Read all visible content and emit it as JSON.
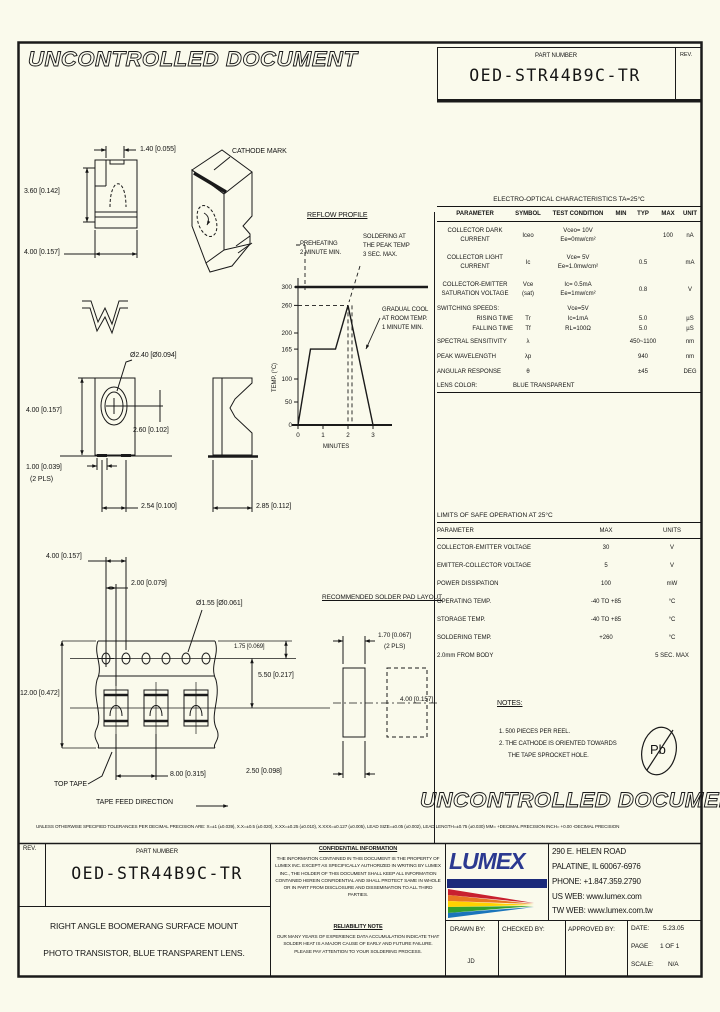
{
  "doc": {
    "watermark": "UNCONTROLLED DOCUMENT",
    "part_number_label": "PART NUMBER",
    "part_number": "OED-STR44B9C-TR",
    "rev_label": "REV."
  },
  "brand": {
    "paper": "#FAFAEC",
    "logo_blue": "#2B3990",
    "logo_band": "#1B2A7A",
    "rainbow": [
      "#C8202F",
      "#E87722",
      "#FFD200",
      "#33A02C",
      "#1B75BB"
    ]
  },
  "views": {
    "cathode_mark": "CATHODE MARK",
    "front_dim_notch": "1.40 [0.055]",
    "front_dim_height": "3.60 [0.142]",
    "front_dim_width": "4.00 [0.157]",
    "lens_dia": "Ø2.40 [Ø0.094]",
    "lens_height": "4.00 [0.157]",
    "lens_offset": "2.60 [0.102]",
    "lens_pad": "1.00 [0.039]",
    "lens_pad_pls": "(2 PLS)",
    "lens_pitch": "2.54 [0.100]",
    "side_depth": "2.85 [0.112]"
  },
  "reflow": {
    "title": "REFLOW PROFILE",
    "preheat": "PREHEATING\n2 MINUTE MIN.",
    "solder": "SOLDERING AT\nTHE PEAK TEMP\n3 SEC. MAX.",
    "cool": "GRADUAL COOL\nAT ROOM TEMP.\n1 MINUTE MIN.",
    "ylabel": "TEMP. (°C)",
    "xlabel": "MINUTES"
  },
  "chart_data": {
    "type": "line",
    "title": "REFLOW PROFILE",
    "xlabel": "MINUTES",
    "ylabel": "TEMP. (°C)",
    "x": [
      0,
      0.5,
      1.5,
      2.0,
      3.0
    ],
    "y": [
      0,
      165,
      165,
      260,
      0
    ],
    "yticks": [
      0,
      50,
      100,
      165,
      200,
      260,
      300
    ],
    "xticks": [
      0,
      1,
      2,
      3
    ],
    "xlim": [
      0,
      3
    ],
    "ylim": [
      0,
      300
    ],
    "guides": {
      "peak_temp": 260,
      "peak_start": 2.0,
      "peak_end": 2.16
    },
    "annotations": [
      "PREHEATING 2 MINUTE MIN.",
      "SOLDERING AT THE PEAK TEMP 3 SEC. MAX.",
      "GRADUAL COOL AT ROOM TEMP. 1 MINUTE MIN."
    ]
  },
  "tape": {
    "dim_hole_pitch": "4.00 [0.157]",
    "dim_offset": "2.00 [0.079]",
    "dim_hole_dia": "Ø1.55 [Ø0.061]",
    "dim_edge": "1.75 [0.069]",
    "dim_width": "12.00 [0.472]",
    "dim_center": "5.50 [0.217]",
    "dim_pitch": "8.00 [0.315]",
    "top_tape": "TOP TAPE",
    "feed": "TAPE FEED DIRECTION"
  },
  "pad_layout": {
    "title": "RECOMMENDED SOLDER PAD LAYOUT",
    "dim_pad": "1.70 [0.067]",
    "dim_pad_pls": "(2 PLS)",
    "dim_span": "4.00 [0.157]",
    "dim_gap": "2.50 [0.098]"
  },
  "eo_table": {
    "title": "ELECTRO-OPTICAL CHARACTERISTICS  TA=25°C",
    "headers": [
      "PARAMETER",
      "SYMBOL",
      "TEST CONDITION",
      "MIN",
      "TYP",
      "MAX",
      "UNIT"
    ],
    "rows": [
      {
        "param": "COLLECTOR DARK\nCURRENT",
        "symbol": "Iceo",
        "cond": "Vceo= 10V\nEe=0mw/cm²",
        "min": "",
        "typ": "",
        "max": "100",
        "unit": "nA"
      },
      {
        "param": "COLLECTOR LIGHT\nCURRENT",
        "symbol": "Ic",
        "cond": "Vce= 5V\nEe=1.0mw/cm²",
        "min": "",
        "typ": "0.5",
        "max": "",
        "unit": "mA"
      },
      {
        "param": "COLLECTOR-EMITTER\nSATURATION VOLTAGE",
        "symbol": "Vce\n(sat)",
        "cond": "Ic= 0.5mA\nEe=1mw/cm²",
        "min": "",
        "typ": "0.8",
        "max": "",
        "unit": "V"
      },
      {
        "param": "SWITCHING SPEEDS:",
        "symbol": "",
        "cond": "Vce=5V",
        "min": "",
        "typ": "",
        "max": "",
        "unit": ""
      },
      {
        "param": "RISING TIME",
        "symbol": "Tr",
        "cond": "Ic=1mA",
        "min": "",
        "typ": "5.0",
        "max": "",
        "unit": "µS"
      },
      {
        "param": "FALLING TIME",
        "symbol": "Tf",
        "cond": "RL=100Ω",
        "min": "",
        "typ": "5.0",
        "max": "",
        "unit": "µS"
      },
      {
        "param": "SPECTRAL SENSITIVITY",
        "symbol": "λ",
        "cond": "",
        "min": "",
        "typ": "450~1100",
        "max": "",
        "unit": "nm"
      },
      {
        "param": "PEAK WAVELENGTH",
        "symbol": "λp",
        "cond": "",
        "min": "",
        "typ": "940",
        "max": "",
        "unit": "nm"
      },
      {
        "param": "ANGULAR RESPONSE",
        "symbol": "θ",
        "cond": "",
        "min": "",
        "typ": "±45",
        "max": "",
        "unit": "DEG"
      }
    ],
    "lens_row_label": "LENS COLOR:",
    "lens_row_value": "BLUE TRANSPARENT"
  },
  "limits_table": {
    "title": "LIMITS OF SAFE OPERATION AT 25°C",
    "headers": [
      "PARAMETER",
      "MAX",
      "UNITS"
    ],
    "rows": [
      {
        "param": "COLLECTOR-EMITTER VOLTAGE",
        "max": "30",
        "unit": "V"
      },
      {
        "param": "EMITTER-COLLECTOR VOLTAGE",
        "max": "5",
        "unit": "V"
      },
      {
        "param": "POWER DISSIPATION",
        "max": "100",
        "unit": "mW"
      },
      {
        "param": "OPERATING TEMP.",
        "max": "-40 TO +85",
        "unit": "°C"
      },
      {
        "param": "STORAGE TEMP.",
        "max": "-40 TO +85",
        "unit": "°C"
      },
      {
        "param": "SOLDERING TEMP.",
        "max": "+260",
        "unit": "°C"
      },
      {
        "param": "2.0mm FROM BODY",
        "max": "",
        "unit": "5 SEC. MAX"
      }
    ]
  },
  "notes": {
    "title": "NOTES:",
    "item1": "1. 500 PIECES PER REEL.",
    "item2": "2. THE CATHODE IS ORIENTED TOWARDS",
    "item2b": "THE TAPE SPROCKET HOLE.",
    "pb": "Pb"
  },
  "tolerance_note": "UNLESS OTHERWISE SPECIFIED TOLERANCES PER DECIMAL PRECISION ARE: X=±1 (±0.039), X.X=±0.5 (±0.020), X.XX=±0.25 (±0.010), X.XXX=±0.127 (±0.005),  LEAD SIZE=±0.05 (±0.002), LEAD LENGTH=±0.75 (±0.030)   MM= +DECIMAL PRECISION   INCH= +0.00 -DECIMAL PRECISION",
  "title_block": {
    "confidential_title": "CONFIDENTIAL INFORMATION",
    "confidential_body": "THE INFORMATION CONTAINED IN THIS DOCUMENT IS THE PROPERTY OF LUMEX INC. EXCEPT AS SPECIFICALLY AUTHORIZED IN WRITING BY LUMEX INC., THE HOLDER OF THIS DOCUMENT SHALL KEEP ALL INFORMATION CONTAINED HEREIN CONFIDENTIAL AND SHALL PROTECT SAME IN WHOLE OR IN PART FROM DISCLOSURE AND DISSEMINATION TO ALL THIRD PARTIES.",
    "reliability_title": "RELIABILITY NOTE",
    "reliability_body": "OUR MANY YEARS OF EXPERIENCE DATA ACCUMULATION INDICATE THAT SOLDER HEAT IS A MAJOR CAUSE OF EARLY AND FUTURE FAILURE. PLEASE PAY ATTENTION TO YOUR SOLDERING PROCESS.",
    "description_line1": "RIGHT ANGLE BOOMERANG SURFACE MOUNT",
    "description_line2": "PHOTO TRANSISTOR, BLUE TRANSPARENT LENS.",
    "logo_text": "LUMEX",
    "address_line1": "290 E. HELEN ROAD",
    "address_line2": "PALATINE, IL  60067-6976",
    "address_line3": "PHONE: +1.847.359.2790",
    "address_line4": "US WEB: www.lumex.com",
    "address_line5": "TW WEB: www.lumex.com.tw",
    "drawn_by_label": "DRAWN BY:",
    "drawn_by": "JD",
    "checked_by_label": "CHECKED BY:",
    "approved_by_label": "APPROVED BY:",
    "date_label": "DATE:",
    "date": "5.23.05",
    "page_label": "PAGE",
    "page": "1 OF 1",
    "scale_label": "SCALE:",
    "scale": "N/A"
  }
}
